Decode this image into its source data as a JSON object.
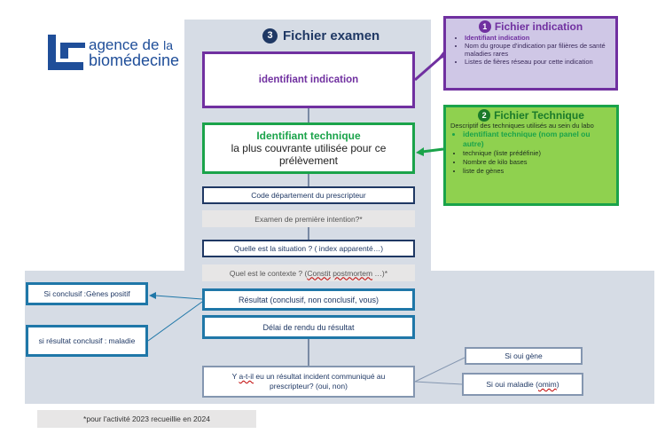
{
  "logo": {
    "line1": "agence de",
    "line1_small": "la",
    "line2": "biomédecine",
    "icon": "agence-biomedecine-logo-mark"
  },
  "main": {
    "number": "3",
    "title": "Fichier examen",
    "identifiant_indication": "identifiant indication",
    "identifiant_technique_bold": "Identifiant technique",
    "identifiant_technique_rest": "la plus couvrante utilisée pour ce prélèvement",
    "code_departement": "Code département du prescripteur",
    "examen_premiere": "Examen de première intention?*",
    "situation": "Quelle est la situation ? ( index apparenté…)",
    "contexte_prefix": "Quel est le contexte ? (",
    "contexte_constit": "Constit",
    "contexte_space": " ",
    "contexte_postmortem": "postmortem",
    "contexte_suffix": " …)*",
    "resultat": "Résultat (conclusif, non conclusif, vous)",
    "delai": "Délai de rendu du résultat",
    "incident_prefix": "Y ",
    "incident_atil": "a-t-il",
    "incident_rest": " eu un résultat incident communiqué au prescripteur? (oui, non)"
  },
  "left": {
    "conclusif_genes": "Si conclusif :Gènes positif",
    "conclusif_maladie": "si résultat conclusif : maladie"
  },
  "right": {
    "oui_gene": "Si oui gène",
    "oui_maladie_prefix": "Si oui maladie (",
    "oui_maladie_omim": "omim",
    "oui_maladie_suffix": ")"
  },
  "callout_indication": {
    "number": "1",
    "title": "Fichier indication",
    "items": [
      "Identifiant indication",
      "Nom du groupe d'indication par filières de santé maladies rares",
      "Listes de fières réseau pour cette indication"
    ]
  },
  "callout_technique": {
    "number": "2",
    "title": "Fichier Technique",
    "intro": "Descriptif des techniques utilisés au sein du labo",
    "items": [
      "identifiant technique (nom panel ou autre)",
      "technique (liste prédéfinie)",
      "Nombre de kilo bases",
      "liste de gènes"
    ]
  },
  "footnote": "*pour l'activité 2023 recueillie en 2024",
  "colors": {
    "navy": "#1f3864",
    "purple": "#7030a0",
    "green": "#1aa34a",
    "teal": "#1f77a8",
    "panel": "#d6dce5",
    "logo_blue": "#1f4e99"
  }
}
